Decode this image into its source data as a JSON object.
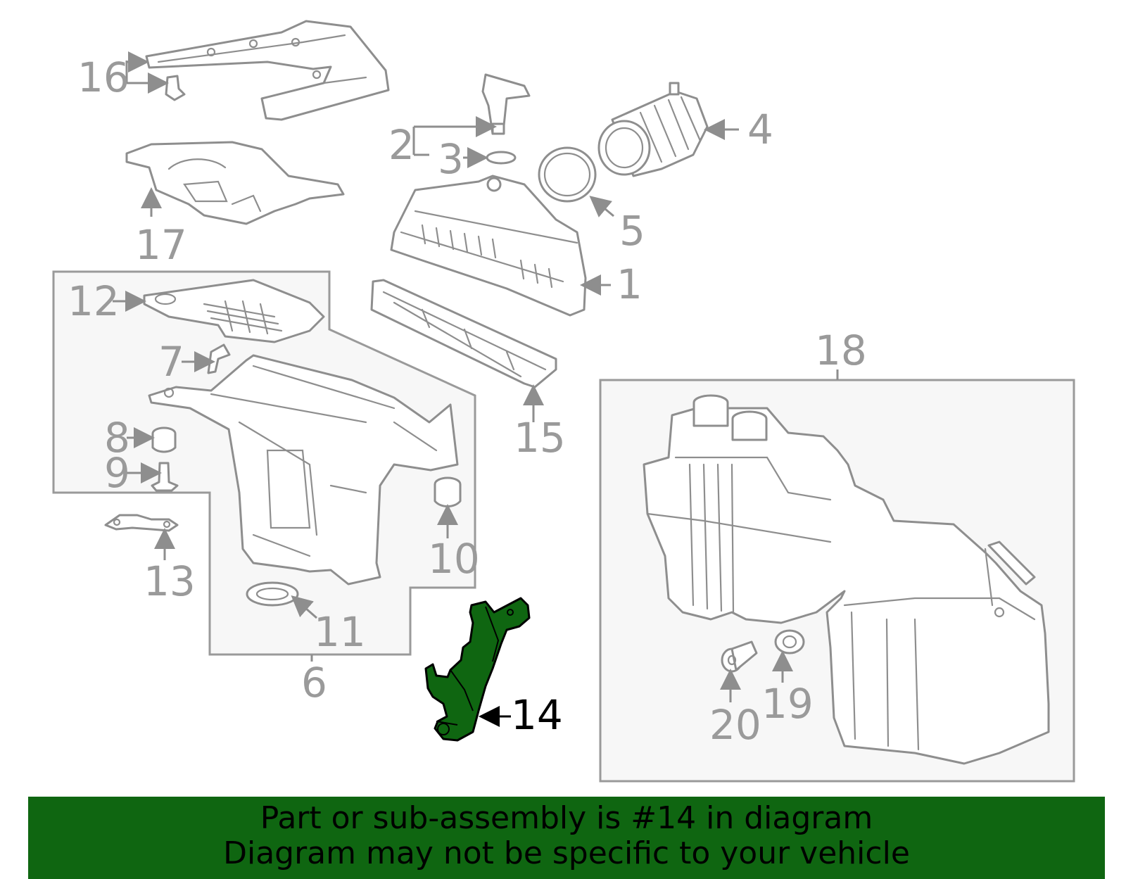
{
  "callouts": {
    "c1": "1",
    "c2": "2",
    "c3": "3",
    "c4": "4",
    "c5": "5",
    "c6": "6",
    "c7": "7",
    "c8": "8",
    "c9": "9",
    "c10": "10",
    "c11": "11",
    "c12": "12",
    "c13": "13",
    "c14": "14",
    "c15": "15",
    "c16": "16",
    "c17": "17",
    "c18": "18",
    "c19": "19",
    "c20": "20"
  },
  "highlighted_part": "14",
  "colors": {
    "highlight_fill": "#0f6611",
    "line_gray": "#8e8e8e",
    "banner_bg": "#0f6611"
  },
  "banner": {
    "line1": "Part or sub-assembly is #14 in diagram",
    "line2": "Diagram may not be specific to your vehicle"
  }
}
